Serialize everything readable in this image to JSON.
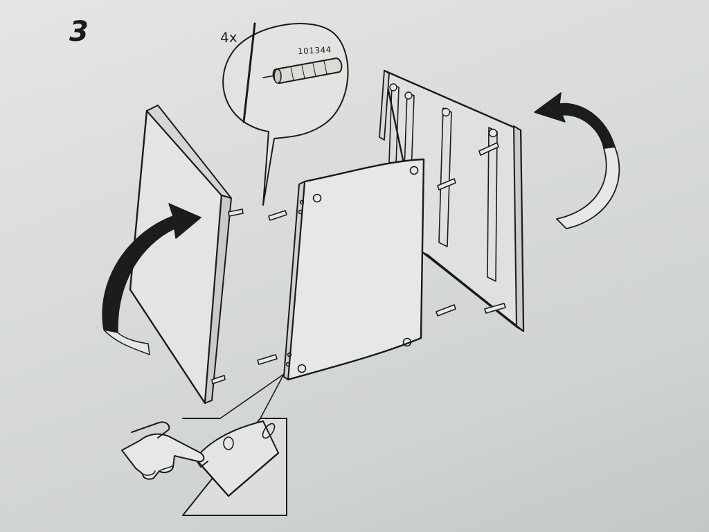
{
  "page": {
    "step_number": "3"
  },
  "callout": {
    "quantity": "4x",
    "part_number": "101344",
    "part_icon": "wooden-dowel-icon"
  },
  "icons": {
    "flip_left": "curved-arrow-icon",
    "flip_right": "curved-arrow-icon",
    "hand": "pointing-hand-icon"
  }
}
